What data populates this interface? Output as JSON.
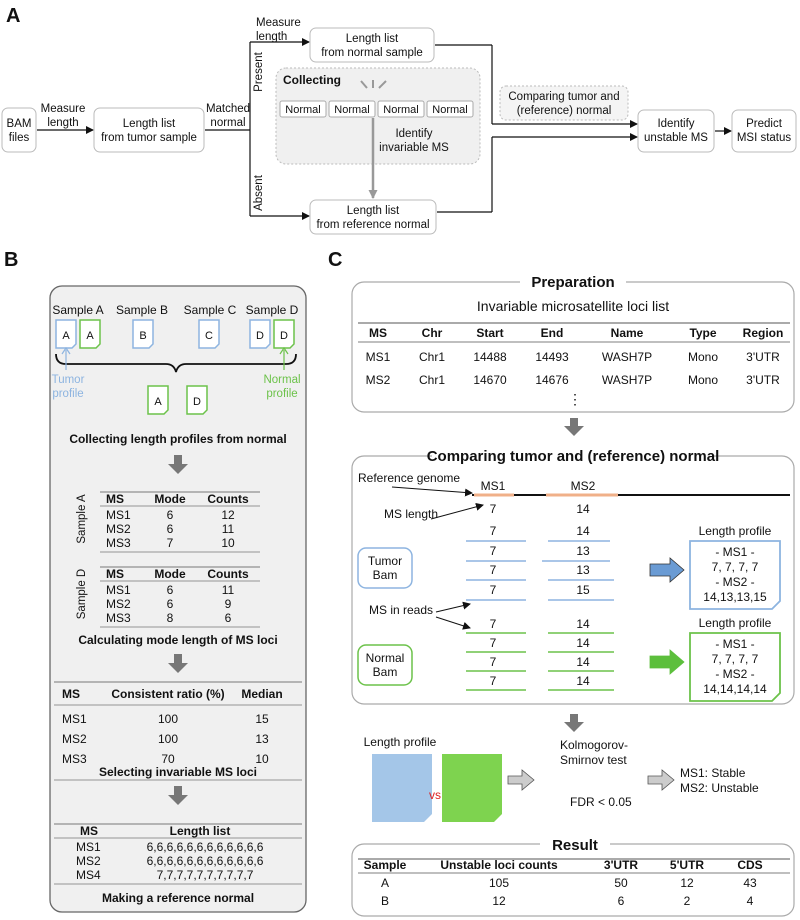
{
  "panels": {
    "a": "A",
    "b": "B",
    "c": "C"
  },
  "a": {
    "bam": [
      "BAM",
      "files"
    ],
    "measure_length": [
      "Measure",
      "length"
    ],
    "tumor_list": [
      "Length list",
      "from tumor sample"
    ],
    "matched_normal": [
      "Matched",
      "normal"
    ],
    "present": "Present",
    "absent": "Absent",
    "measure_length_top": [
      "Measure",
      "length"
    ],
    "normal_list": [
      "Length list",
      "from normal sample"
    ],
    "collecting": "Collecting",
    "normals": [
      "Normal",
      "Normal",
      "Normal",
      "Normal"
    ],
    "identify_invariable": [
      "Identify",
      "invariable MS"
    ],
    "reference_list": [
      "Length list",
      "from reference normal"
    ],
    "comparing": [
      "Comparing tumor and",
      "(reference) normal"
    ],
    "identify_unstable": [
      "Identify",
      "unstable MS"
    ],
    "predict": [
      "Predict",
      "MSI status"
    ]
  },
  "b": {
    "samples": [
      "Sample A",
      "Sample B",
      "Sample C",
      "Sample D"
    ],
    "doc_letters": [
      "A",
      "A",
      "B",
      "C",
      "D",
      "D"
    ],
    "tumor_profile": [
      "Tumor",
      "profile"
    ],
    "normal_profile": [
      "Normal",
      "profile"
    ],
    "collected": [
      "A",
      "D"
    ],
    "step1": "Collecting length profiles from normal",
    "mode_headers": [
      "MS",
      "Mode",
      "Counts"
    ],
    "sample_a_label": "Sample A",
    "sample_a_rows": [
      [
        "MS1",
        "6",
        "12"
      ],
      [
        "MS2",
        "6",
        "11"
      ],
      [
        "MS3",
        "7",
        "10"
      ]
    ],
    "sample_d_label": "Sample D",
    "sample_d_rows": [
      [
        "MS1",
        "6",
        "11"
      ],
      [
        "MS2",
        "6",
        "9"
      ],
      [
        "MS3",
        "8",
        "6"
      ]
    ],
    "step2": "Calculating mode length of MS loci",
    "ratio_headers": [
      "MS",
      "Consistent ratio (%)",
      "Median"
    ],
    "ratio_rows": [
      [
        "MS1",
        "100",
        "15"
      ],
      [
        "MS2",
        "100",
        "13"
      ],
      [
        "MS3",
        "70",
        "10"
      ]
    ],
    "step3": "Selecting invariable MS loci",
    "list_headers": [
      "MS",
      "Length list"
    ],
    "list_rows": [
      [
        "MS1",
        "6,6,6,6,6,6,6,6,6,6,6,6"
      ],
      [
        "MS2",
        "6,6,6,6,6,6,6,6,6,6,6,6"
      ],
      [
        "MS4",
        "7,7,7,7,7,7,7,7,7,7"
      ]
    ],
    "step4": "Making a reference normal"
  },
  "c": {
    "prep_title": "Preparation",
    "prep_subtitle": "Invariable microsatellite loci list",
    "prep_headers": [
      "MS",
      "Chr",
      "Start",
      "End",
      "Name",
      "Type",
      "Region"
    ],
    "prep_rows": [
      [
        "MS1",
        "Chr1",
        "14488",
        "14493",
        "WASH7P",
        "Mono",
        "3'UTR"
      ],
      [
        "MS2",
        "Chr1",
        "14670",
        "14676",
        "WASH7P",
        "Mono",
        "3'UTR"
      ]
    ],
    "ellipsis": "⋮",
    "cmp_title": "Comparing tumor and (reference) normal",
    "ref_genome": "Reference genome",
    "ms1": "MS1",
    "ms2": "MS2",
    "ms_length": "MS length",
    "ref_lengths": [
      "7",
      "14"
    ],
    "tumor_bam": [
      "Tumor",
      "Bam"
    ],
    "tumor_reads": [
      [
        "7",
        "14"
      ],
      [
        "7",
        "13"
      ],
      [
        "7",
        "13"
      ],
      [
        "7",
        "15"
      ]
    ],
    "ms_in_reads": "MS in reads",
    "normal_bam": [
      "Normal",
      "Bam"
    ],
    "normal_reads": [
      [
        "7",
        "14"
      ],
      [
        "7",
        "14"
      ],
      [
        "7",
        "14"
      ],
      [
        "7",
        "14"
      ]
    ],
    "length_profile": "Length profile",
    "tumor_profile_lines": [
      "- MS1 -",
      "7, 7, 7, 7",
      "- MS2 -",
      "14,13,13,15"
    ],
    "normal_profile_lines": [
      "- MS1 -",
      "7, 7, 7, 7",
      "- MS2 -",
      "14,14,14,14"
    ],
    "bottom_profile": "Length profile",
    "vs": "vs",
    "ks_test": [
      "Kolmogorov-",
      "Smirnov test"
    ],
    "fdr": "FDR < 0.05",
    "outcome": [
      "MS1: Stable",
      "MS2: Unstable"
    ],
    "result_title": "Result",
    "result_headers": [
      "Sample",
      "Unstable loci counts",
      "3'UTR",
      "5'UTR",
      "CDS"
    ],
    "result_rows": [
      [
        "A",
        "105",
        "50",
        "12",
        "43"
      ],
      [
        "B",
        "12",
        "6",
        "2",
        "4"
      ]
    ]
  },
  "colors": {
    "blue": "#8db4e0",
    "green": "#6cc24a",
    "orange": "#f0b089",
    "gray_box": "#f0f0f0",
    "arrow_gray": "#777777",
    "border": "#bdbdbd"
  }
}
